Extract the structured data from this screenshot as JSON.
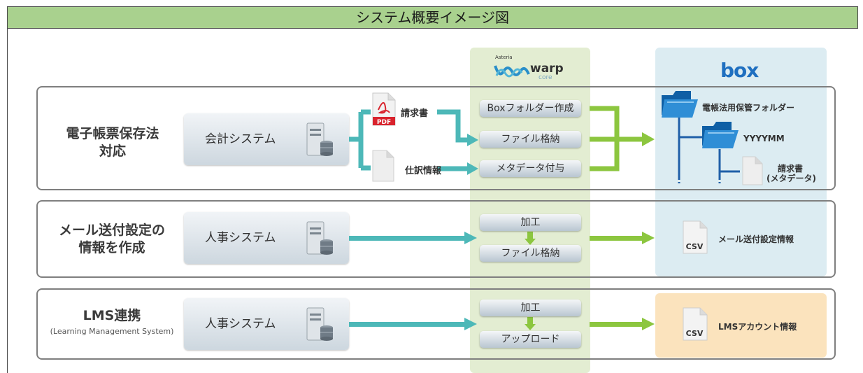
{
  "header": {
    "title": "システム概要イメージ図"
  },
  "logos": {
    "box": "box",
    "asteria": "Asteria",
    "warp": "warp",
    "core": "core"
  },
  "sections": [
    {
      "title_line1": "電子帳票保存法",
      "title_line2": "対応",
      "system": "会計システム",
      "documents": [
        {
          "icon": "pdf-icon",
          "badge": "PDF",
          "label": "請求書"
        },
        {
          "icon": "document-icon",
          "label": "仕訳情報"
        }
      ],
      "steps": [
        "Boxフォルダー作成",
        "ファイル格納",
        "メタデータ付与"
      ],
      "destination": {
        "folder1": "電帳法用保管フォルダー",
        "folder2": "YYYYMM",
        "file_line1": "請求書",
        "file_line2": "(メタデータ)"
      }
    },
    {
      "title_line1": "メール送付設定の",
      "title_line2": "情報を作成",
      "system": "人事システム",
      "steps": [
        "加工",
        "ファイル格納"
      ],
      "destination": {
        "file_badge": "CSV",
        "label": "メール送付設定情報"
      }
    },
    {
      "title_line1": "LMS連携",
      "subtitle": "(Learning Management System)",
      "system": "人事システム",
      "steps": [
        "加工",
        "アップロード"
      ],
      "destination": {
        "file_badge": "CSV",
        "label": "LMSアカウント情報"
      }
    }
  ],
  "colors": {
    "header_bg": "#a9d18e",
    "teal_arrow": "#4db8b8",
    "green_arrow": "#8cc63f",
    "box_blue": "#1f6fc0",
    "line_blue": "#1f5fa8"
  }
}
